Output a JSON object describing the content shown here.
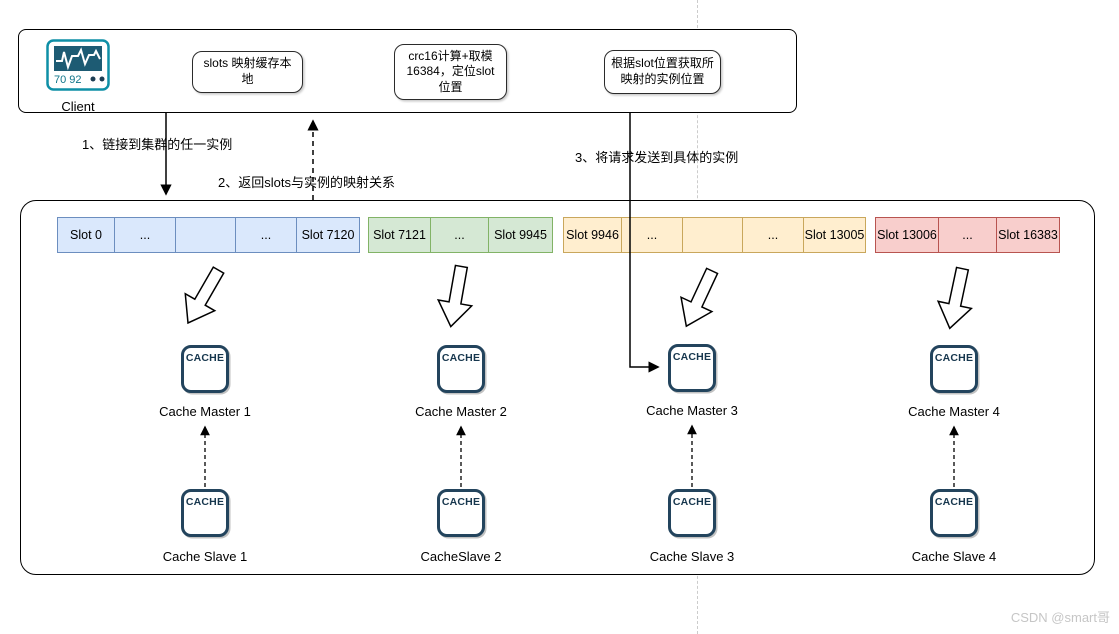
{
  "watermark": "CSDN @smart哥",
  "client": {
    "label": "Client",
    "monitor_values": "70 92"
  },
  "flow_boxes": [
    {
      "label": "slots 映射缓存本地"
    },
    {
      "label": "crc16计算+取模16384，定位slot位置"
    },
    {
      "label": "根据slot位置获取所映射的实例位置"
    }
  ],
  "edge_labels": {
    "step1": "1、链接到集群的任一实例",
    "step2": "2、返回slots与实例的映射关系",
    "step3": "3、将请求发送到具体的实例"
  },
  "slot_tables": [
    {
      "name": "master1-slots",
      "fill": "#dae8fc",
      "border": "#6c8ebf",
      "cells": [
        "Slot 0",
        "...",
        "",
        "...",
        "Slot 7120"
      ]
    },
    {
      "name": "master2-slots",
      "fill": "#d5e8d4",
      "border": "#82b366",
      "cells": [
        "Slot 7121",
        "...",
        "Slot 9945"
      ]
    },
    {
      "name": "master3-slots",
      "fill": "#ffeecf",
      "border": "#c9a75c",
      "cells": [
        "Slot 9946",
        "...",
        "",
        "...",
        "Slot 13005"
      ]
    },
    {
      "name": "master4-slots",
      "fill": "#f8cecc",
      "border": "#b85450",
      "cells": [
        "Slot 13006",
        "...",
        "Slot 16383"
      ]
    }
  ],
  "cache_label": "CACHE",
  "masters": [
    "Cache Master 1",
    "Cache Master 2",
    "Cache Master 3",
    "Cache Master 4"
  ],
  "slaves": [
    "Cache Slave 1",
    "CacheSlave 2",
    "Cache Slave 3",
    "Cache Slave 4"
  ]
}
